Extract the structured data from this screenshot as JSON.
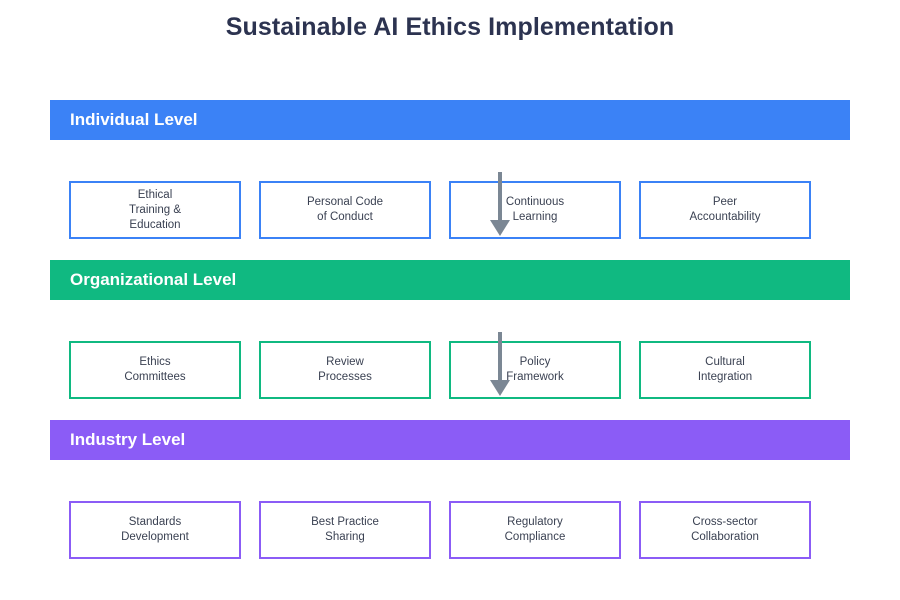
{
  "title": "Sustainable AI Ethics Implementation",
  "colors": {
    "title_text": "#2c3350",
    "box_text": "#3a4152",
    "arrow": "#7b8794",
    "background": "#ffffff",
    "individual": "#3b82f6",
    "organizational": "#10b981",
    "industry": "#8b5cf6"
  },
  "levels": [
    {
      "id": "individual",
      "header": "Individual Level",
      "color": "#3b82f6",
      "has_arrow_below": true,
      "items": [
        {
          "label": "Ethical\nTraining &\nEducation"
        },
        {
          "label": "Personal Code\nof Conduct"
        },
        {
          "label": "Continuous\nLearning"
        },
        {
          "label": "Peer\nAccountability"
        }
      ]
    },
    {
      "id": "organizational",
      "header": "Organizational Level",
      "color": "#10b981",
      "has_arrow_below": true,
      "items": [
        {
          "label": "Ethics\nCommittees"
        },
        {
          "label": "Review\nProcesses"
        },
        {
          "label": "Policy\nFramework"
        },
        {
          "label": "Cultural\nIntegration"
        }
      ]
    },
    {
      "id": "industry",
      "header": "Industry Level",
      "color": "#8b5cf6",
      "has_arrow_below": false,
      "items": [
        {
          "label": "Standards\nDevelopment"
        },
        {
          "label": "Best Practice\nSharing"
        },
        {
          "label": "Regulatory\nCompliance"
        },
        {
          "label": "Cross-sector\nCollaboration"
        }
      ]
    }
  ]
}
